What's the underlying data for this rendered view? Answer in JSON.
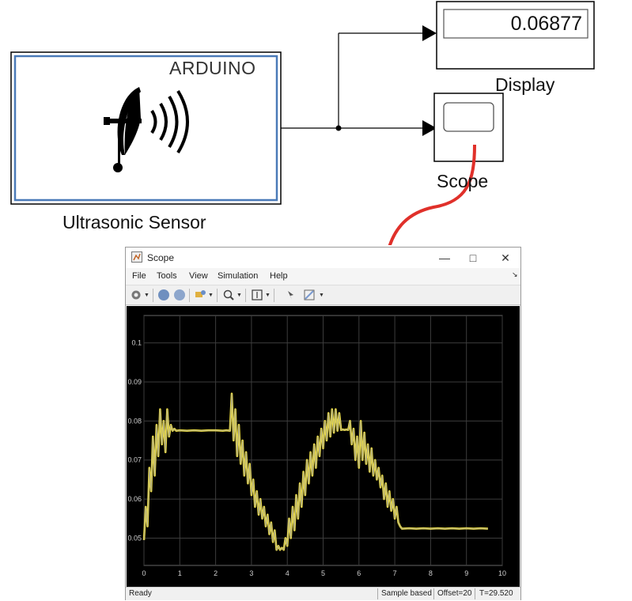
{
  "diagram": {
    "sensor_block": {
      "hardware_label": "ARDUINO",
      "caption": "Ultrasonic Sensor"
    },
    "display_block": {
      "value": "0.06877",
      "caption": "Display"
    },
    "scope_block": {
      "caption": "Scope"
    }
  },
  "scope_window": {
    "title": "Scope",
    "menu": [
      "File",
      "Tools",
      "View",
      "Simulation",
      "Help"
    ],
    "status": {
      "left": "Ready",
      "mode": "Sample based",
      "offset": "Offset=20",
      "time": "T=29.520"
    }
  },
  "colors": {
    "trace": "#f0e040",
    "trace_mean": "#9a9a9a",
    "arrow": "#e0302a",
    "plot_bg": "#000000",
    "grid": "#3c3c3c"
  },
  "chart_data": {
    "type": "line",
    "xlim": [
      0,
      10
    ],
    "ylim": [
      0.043,
      0.107
    ],
    "x_ticks": [
      0,
      1,
      2,
      3,
      4,
      5,
      6,
      7,
      8,
      9,
      10
    ],
    "y_ticks": [
      0.05,
      0.06,
      0.07,
      0.08,
      0.09,
      0.1
    ],
    "x_tick_labels": [
      "0",
      "1",
      "2",
      "3",
      "4",
      "5",
      "6",
      "7",
      "8",
      "9",
      "10"
    ],
    "y_tick_labels": [
      "0.05",
      "0.06",
      "0.07",
      "0.08",
      "0.09",
      "0.1"
    ],
    "grid": true,
    "series": [
      {
        "x": [
          0,
          0.05,
          0.1,
          0.15,
          0.2,
          0.25,
          0.3,
          0.35,
          0.4,
          0.45,
          0.5,
          0.55,
          0.6,
          0.65,
          0.7,
          0.75,
          0.8,
          0.85,
          0.9,
          1.0,
          1.2,
          1.4,
          1.6,
          1.8,
          2.0,
          2.2,
          2.3,
          2.4,
          2.45,
          2.5,
          2.55,
          2.6,
          2.65,
          2.7,
          2.75,
          2.8,
          2.85,
          2.9,
          2.95,
          3.0,
          3.05,
          3.1,
          3.15,
          3.2,
          3.25,
          3.3,
          3.35,
          3.4,
          3.45,
          3.5,
          3.55,
          3.6,
          3.65,
          3.7,
          3.75,
          3.8,
          3.85,
          3.9,
          3.95,
          4.0,
          4.05,
          4.1,
          4.15,
          4.2,
          4.25,
          4.3,
          4.35,
          4.4,
          4.45,
          4.5,
          4.55,
          4.6,
          4.65,
          4.7,
          4.75,
          4.8,
          4.85,
          4.9,
          4.95,
          5.0,
          5.05,
          5.1,
          5.15,
          5.2,
          5.25,
          5.3,
          5.35,
          5.4,
          5.45,
          5.5,
          5.55,
          5.6,
          5.65,
          5.7,
          5.75,
          5.8,
          5.85,
          5.9,
          5.95,
          6.0,
          6.05,
          6.1,
          6.15,
          6.2,
          6.25,
          6.3,
          6.35,
          6.4,
          6.45,
          6.5,
          6.55,
          6.6,
          6.65,
          6.7,
          6.75,
          6.8,
          6.85,
          6.9,
          6.95,
          7.0,
          7.05,
          7.1,
          7.15,
          7.2,
          7.4,
          7.6,
          7.8,
          8.0,
          8.2,
          8.4,
          8.6,
          8.8,
          9.0,
          9.2,
          9.4,
          9.6
        ],
        "values": [
          0.0495,
          0.058,
          0.053,
          0.068,
          0.062,
          0.076,
          0.066,
          0.079,
          0.071,
          0.083,
          0.074,
          0.08,
          0.072,
          0.083,
          0.076,
          0.079,
          0.0775,
          0.078,
          0.0775,
          0.0776,
          0.0775,
          0.0776,
          0.0775,
          0.0776,
          0.0776,
          0.0775,
          0.0776,
          0.0775,
          0.087,
          0.075,
          0.083,
          0.071,
          0.079,
          0.069,
          0.075,
          0.066,
          0.072,
          0.064,
          0.069,
          0.061,
          0.065,
          0.058,
          0.062,
          0.056,
          0.06,
          0.055,
          0.058,
          0.053,
          0.056,
          0.051,
          0.054,
          0.049,
          0.052,
          0.047,
          0.048,
          0.047,
          0.0475,
          0.047,
          0.05,
          0.048,
          0.055,
          0.05,
          0.058,
          0.052,
          0.061,
          0.055,
          0.064,
          0.058,
          0.067,
          0.061,
          0.07,
          0.064,
          0.072,
          0.066,
          0.074,
          0.068,
          0.076,
          0.071,
          0.078,
          0.073,
          0.08,
          0.075,
          0.082,
          0.076,
          0.083,
          0.077,
          0.083,
          0.0775,
          0.082,
          0.0777,
          0.0778,
          0.0777,
          0.0778,
          0.0777,
          0.08,
          0.074,
          0.078,
          0.07,
          0.076,
          0.068,
          0.08,
          0.07,
          0.077,
          0.069,
          0.074,
          0.067,
          0.073,
          0.066,
          0.07,
          0.065,
          0.068,
          0.063,
          0.066,
          0.06,
          0.064,
          0.058,
          0.062,
          0.057,
          0.06,
          0.055,
          0.058,
          0.054,
          0.053,
          0.0524,
          0.0525,
          0.0524,
          0.0525,
          0.0524,
          0.0525,
          0.0524,
          0.0525,
          0.0524,
          0.0525,
          0.0524,
          0.0525,
          0.0524
        ]
      }
    ]
  }
}
